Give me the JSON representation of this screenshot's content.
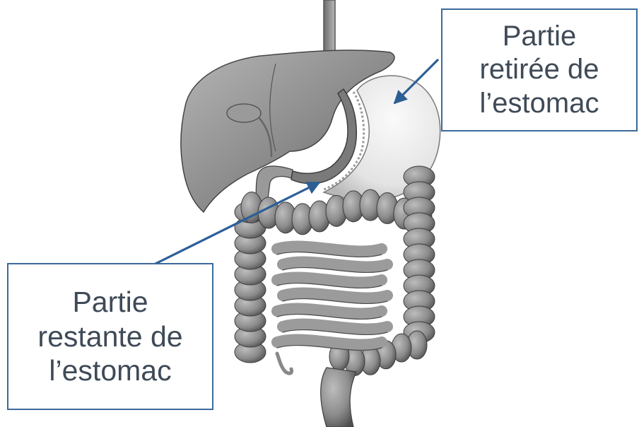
{
  "labels": {
    "removed": {
      "line1": "Partie",
      "line2": "retirée de",
      "line3": "l’estomac"
    },
    "remaining": {
      "line1": "Partie",
      "line2": "restante de",
      "line3": "l’estomac"
    }
  },
  "colors": {
    "arrow": "#2d5f95",
    "box_border": "#3b6a9a",
    "text": "#3f4a57",
    "organ_dark": "#6a6a6a",
    "organ_light": "#cfcfcf"
  }
}
